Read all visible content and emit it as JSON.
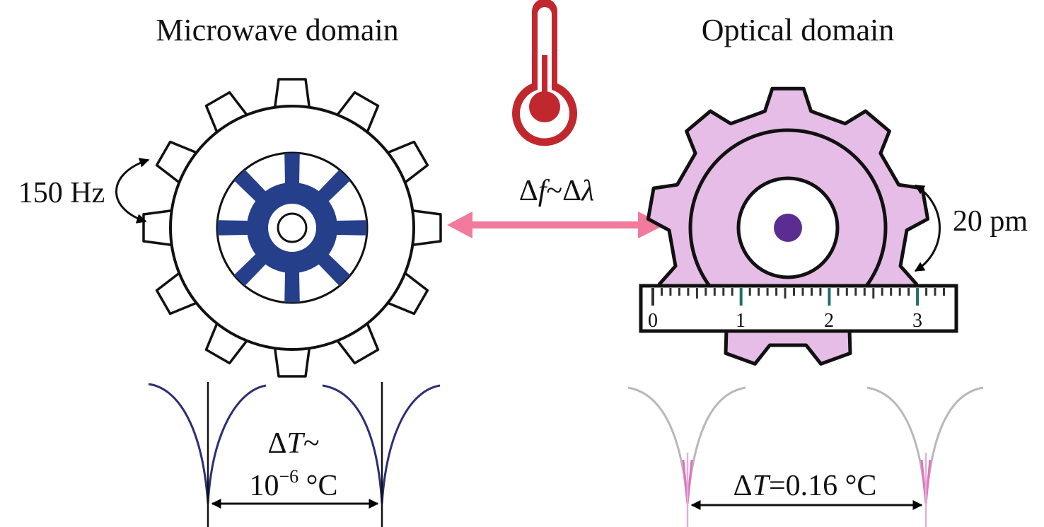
{
  "labels": {
    "microwave_title": "Microwave domain",
    "optical_title": "Optical domain",
    "microwave_freq": "150 Hz",
    "optical_wavelength": "20 pm",
    "coupling": {
      "delta": "Δ",
      "f": "f",
      "tilde": "~Δ",
      "lambda": "λ"
    },
    "microwave_dt": {
      "delta": "Δ",
      "T": "T",
      "tilde": "~",
      "base": "10",
      "exp": "−6",
      "unit": " °C"
    },
    "optical_dt": {
      "delta": "Δ",
      "T": "T",
      "rest": "=0.16 °C"
    }
  },
  "ruler": {
    "ticks": [
      "0",
      "1",
      "2",
      "3"
    ]
  },
  "icons": {
    "thermometer": "thermometer-icon",
    "microwave_gear": "microwave-gear-icon",
    "optical_gear": "optical-gear-icon",
    "ruler": "ruler-icon"
  },
  "colors": {
    "microwave_core": "#263f8a",
    "optical_gear_fill": "#e6bde6",
    "optical_center_dot": "#5c2d91",
    "coupling_arrow": "#f27a9c",
    "thermometer": "#c0282e",
    "microwave_curve": "#2b2f73",
    "optical_curve": "#b8b8b8",
    "optical_curve_tip": "#e86fbf"
  }
}
